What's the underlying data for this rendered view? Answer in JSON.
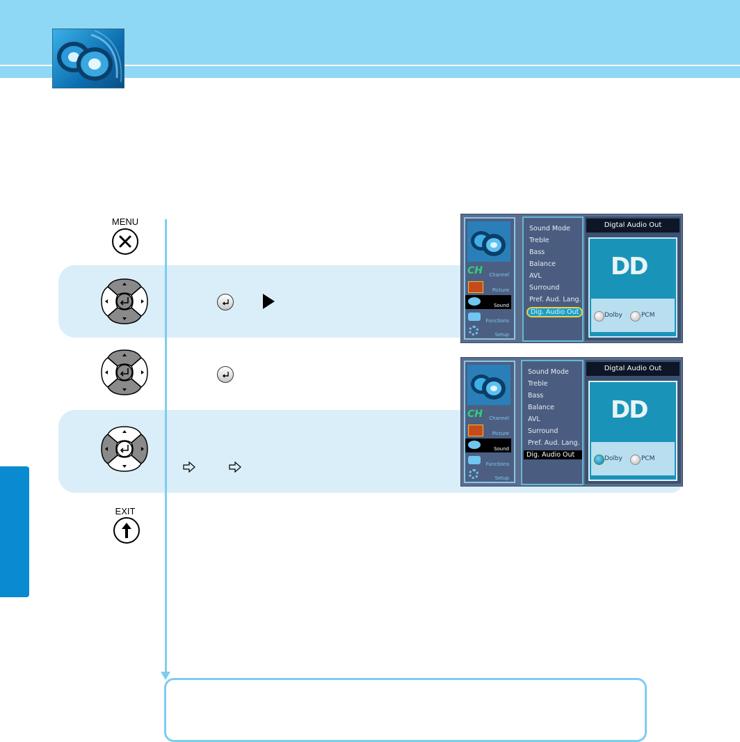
{
  "buttons": {
    "menu_label": "MENU",
    "exit_label": "EXIT"
  },
  "colors": {
    "header": "#8fd8f5",
    "band": "#daeef9",
    "flow": "#7ccdef",
    "side_tab": "#0a8ad0"
  },
  "icons": {
    "header": "speaker-icon",
    "menu": "close-x-icon",
    "exit": "up-arrow-icon",
    "enter": "enter-icon",
    "right": "right-arrow-icon",
    "step_arrow": "double-arrow-icon"
  },
  "tv_menu_1": {
    "categories": [
      "Channel",
      "Picture",
      "Sound",
      "Functions",
      "Setup"
    ],
    "items": [
      "Sound Mode",
      "Treble",
      "Bass",
      "Balance",
      "AVL",
      "Surround",
      "Pref. Aud. Lang.",
      "Dig. Audio Out"
    ],
    "panel_title": "Digtal Audio Out",
    "logo": "DD",
    "options": [
      "Dolby",
      "PCM"
    ]
  },
  "tv_menu_2": {
    "categories": [
      "Channel",
      "Picture",
      "Sound",
      "Functions",
      "Setup"
    ],
    "items": [
      "Sound Mode",
      "Treble",
      "Bass",
      "Balance",
      "AVL",
      "Surround",
      "Pref. Aud. Lang.",
      "Dig. Audio Out"
    ],
    "panel_title": "Digtal Audio Out",
    "logo": "DD",
    "options": [
      "Dolby",
      "PCM"
    ]
  }
}
